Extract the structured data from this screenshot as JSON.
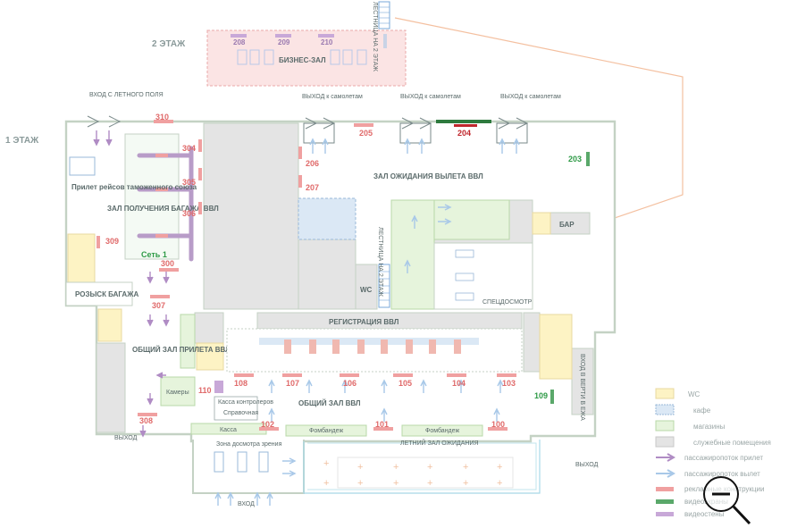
{
  "floors": {
    "second": "2 ЭТАЖ",
    "first": "1 ЭТАЖ"
  },
  "rooms": {
    "business_hall": "БИЗНЕС-ЗАЛ",
    "departure_hall": "ЗАЛ ОЖИДАНИЯ ВЫЛЕТА ВВЛ",
    "baggage_claim": "ЗАЛ ПОЛУЧЕНИЯ БАГАЖА ВВЛ",
    "customs_union": "Прилет рейсов таможенного союза",
    "baggage_search": "РОЗЫСК БАГАЖА",
    "general_arrival": "ОБЩИЙ ЗАЛ ПРИЛЕТА ВВЛ",
    "registration": "РЕГИСТРАЦИЯ ВВЛ",
    "general_hall": "ОБЩИЙ ЗАЛ ВВЛ",
    "summer_hall": "ЛЕТНИЙ ЗАЛ ОЖИДАНИЯ",
    "inspection_zone": "Зона досмотра зрения",
    "bar": "БАР",
    "wc": "WC",
    "special_inspection": "СПЕЦДОСМОТР",
    "storage": "Камеры",
    "control_booth": "Касса контролеров",
    "help_desk": "Справочная",
    "cash": "Касса",
    "pharmacy_1": "Фомбандеж",
    "pharmacy_2": "Фомбандеж",
    "stairs_1": "ЛЕСТНИЦА НА 2 ЭТАЖ",
    "stairs_2": "ЛЕСТНИЦА НА 2 ЭТАЖ",
    "right_side_room": "ВХОД В ВЕРТИ В ЕЖА"
  },
  "labels": {
    "entrance_airfield": "ВХОД С ЛЕТНОГО ПОЛЯ",
    "exit_plane_1": "ВЫХОД к самолетам",
    "exit_plane_2": "ВЫХОД к самолетам",
    "exit_plane_3": "ВЫХОД к самолетам",
    "exit_left": "ВЫХОД",
    "exit_right": "ВЫХОД",
    "entrance_bottom": "ВХОД",
    "network": "Сеть 1"
  },
  "ad_numbers": {
    "n100": "100",
    "n101": "101",
    "n102": "102",
    "n103": "103",
    "n104": "104",
    "n105": "105",
    "n106": "106",
    "n107": "107",
    "n108": "108",
    "n110": "110",
    "n204": "204",
    "n205": "205",
    "n206": "206",
    "n207": "207",
    "n300": "300",
    "n304": "304",
    "n305": "305",
    "n306": "306",
    "n307": "307",
    "n308": "308",
    "n309": "309",
    "n310": "310"
  },
  "purple_numbers": {
    "n208": "208",
    "n209": "209",
    "n210": "210"
  },
  "green_numbers": {
    "n109": "109",
    "n203": "203"
  },
  "legend": [
    {
      "key": "wc",
      "text": "WC",
      "color": "#fdf3c4"
    },
    {
      "key": "cafe",
      "text": "кафе",
      "color": "#dbe8f5"
    },
    {
      "key": "shops",
      "text": "магазины",
      "color": "#e6f4dc"
    },
    {
      "key": "service",
      "text": "служебные помещения",
      "color": "#e4e4e4"
    },
    {
      "key": "arrival_flow",
      "text": "пассажиропоток прилет",
      "color": "#b08cc4"
    },
    {
      "key": "departure_flow",
      "text": "пассажиропоток вылет",
      "color": "#a8c8e8"
    },
    {
      "key": "ads",
      "text": "рекламные конструкции",
      "color": "#f0a0a0"
    },
    {
      "key": "video",
      "text": "видеоэкраны",
      "color": "#5aa86a"
    },
    {
      "key": "video_walls",
      "text": "видеостены",
      "color": "#c8a8d8"
    }
  ],
  "colors": {
    "wall": "#c4d2c4",
    "service": "#e4e4e4",
    "wc": "#fdf3c4",
    "cafe": "#dbe8f5",
    "shop": "#e6f4dc",
    "ad": "#f0a0a0",
    "ad_dark": "#c0282e",
    "video": "#2e7a3e",
    "business": "#fbe4e4"
  }
}
